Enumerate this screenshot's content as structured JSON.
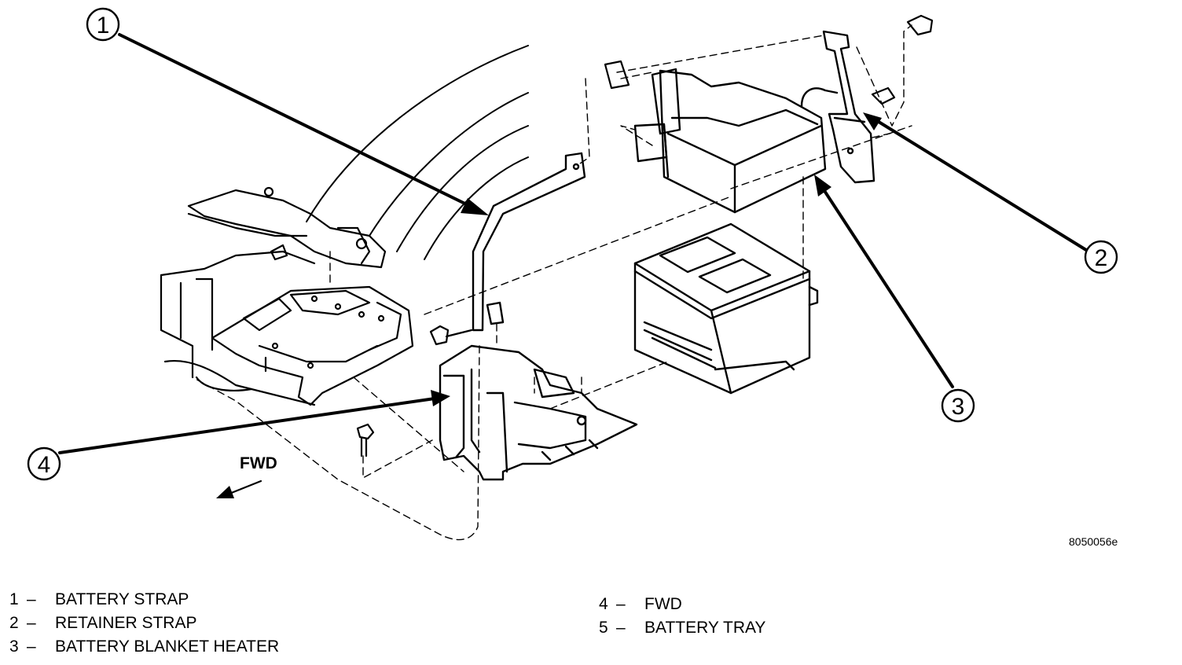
{
  "callouts": [
    {
      "number": "1"
    },
    {
      "number": "2"
    },
    {
      "number": "3"
    },
    {
      "number": "4"
    }
  ],
  "direction_label": "FWD",
  "figure_id": "8050056e",
  "legend": {
    "dash": "–",
    "left": [
      {
        "number": "1",
        "label": "BATTERY STRAP"
      },
      {
        "number": "2",
        "label": "RETAINER STRAP"
      },
      {
        "number": "3",
        "label": "BATTERY BLANKET HEATER"
      }
    ],
    "right": [
      {
        "number": "4",
        "label": "FWD"
      },
      {
        "number": "5",
        "label": "BATTERY TRAY"
      }
    ]
  }
}
